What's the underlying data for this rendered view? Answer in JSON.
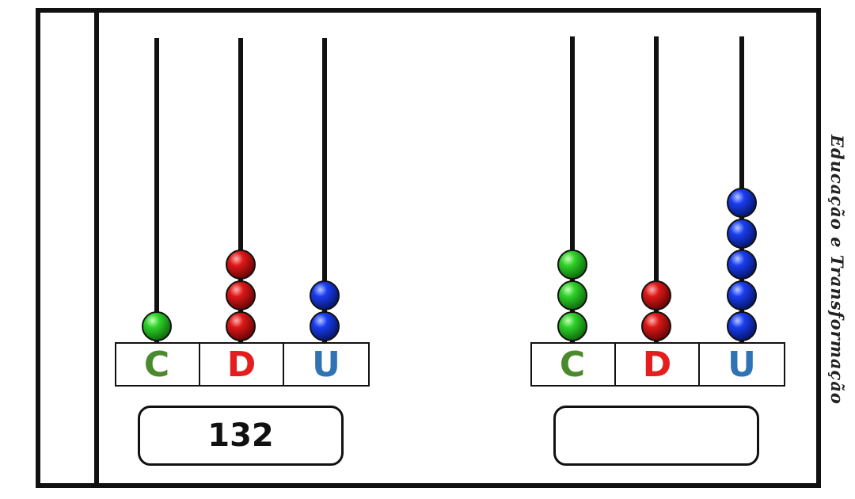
{
  "watermark": "Educação e Transformação",
  "colors": {
    "C": "#4a8a2c",
    "D": "#e41e1e",
    "U": "#2f73b5",
    "bead_green": "#2fbf2a",
    "bead_red": "#cc1414",
    "bead_blue": "#1133dd"
  },
  "abacuses": [
    {
      "labels": [
        "C",
        "D",
        "U"
      ],
      "beads": {
        "C": 1,
        "D": 3,
        "U": 2
      },
      "answer": "132"
    },
    {
      "labels": [
        "C",
        "D",
        "U"
      ],
      "beads": {
        "C": 3,
        "D": 2,
        "U": 5
      },
      "answer": ""
    }
  ]
}
